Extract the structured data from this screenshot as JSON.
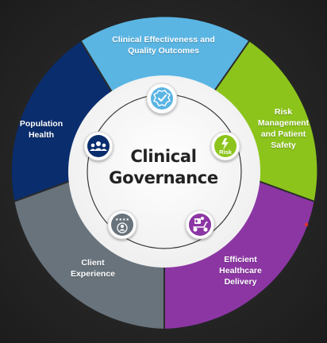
{
  "center": {
    "line1": "Clinical",
    "line2": "Governance"
  },
  "segments": [
    {
      "id": "effectiveness",
      "label_lines": [
        "Clinical Effectiveness and",
        "Quality Outcomes"
      ],
      "color": "#5ab5e3",
      "icon": "shield-check-icon"
    },
    {
      "id": "risk",
      "label_lines": [
        "Risk",
        "Management",
        "and Patient",
        "Safety"
      ],
      "color": "#8cc41c",
      "icon": "risk-icon",
      "icon_text": "Risk"
    },
    {
      "id": "delivery",
      "label_lines": [
        "Efficient",
        "Healthcare",
        "Delivery"
      ],
      "color": "#8c36a4",
      "icon": "delivery-scooter-icon"
    },
    {
      "id": "client",
      "label_lines": [
        "Client",
        "Experience"
      ],
      "color": "#68737c",
      "icon": "client-rating-icon"
    },
    {
      "id": "population",
      "label_lines": [
        "Population",
        "Health"
      ],
      "color": "#0a2d6e",
      "icon": "people-group-icon"
    }
  ]
}
